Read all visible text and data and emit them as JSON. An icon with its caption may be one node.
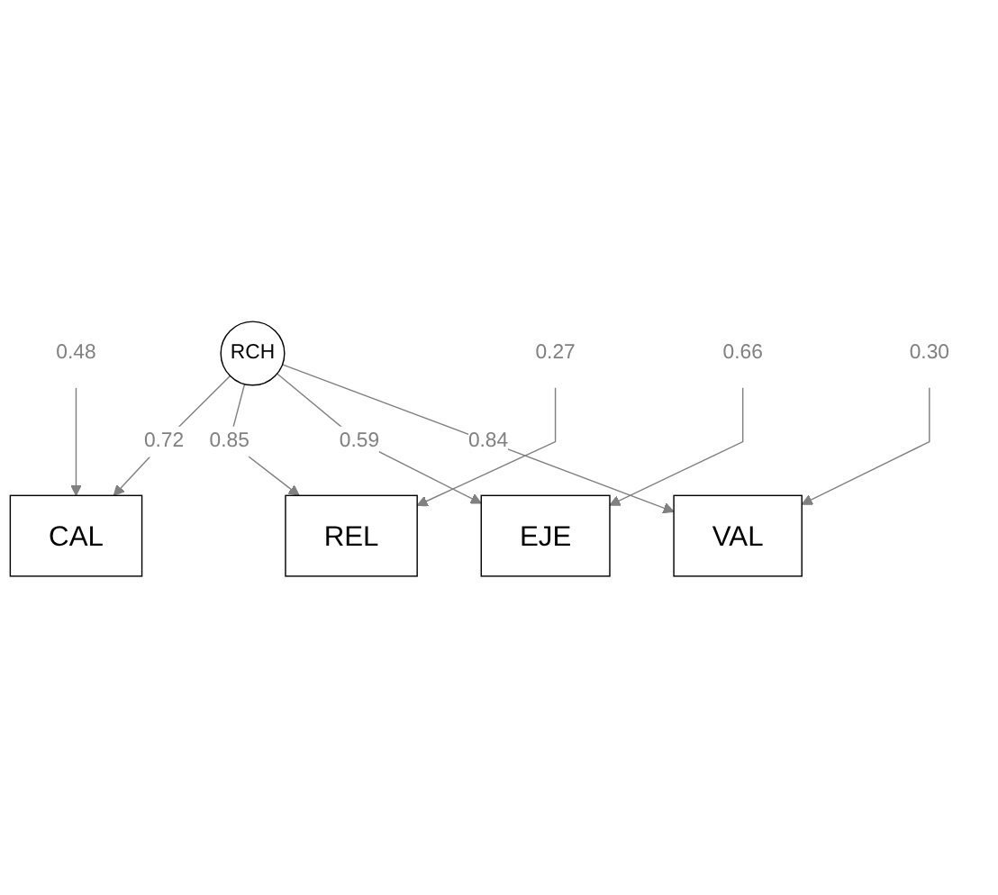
{
  "diagram": {
    "nodes": [
      {
        "text": [
          "RCH"
        ]
      },
      {
        "text": [
          "CAL"
        ]
      },
      {
        "text": [
          "REL"
        ]
      },
      {
        "text": [
          "EJE"
        ]
      },
      {
        "text": [
          "VAL"
        ]
      },
      {
        "text": [
          "0.48"
        ]
      },
      {
        "text": [
          "0.27"
        ]
      },
      {
        "text": [
          "0.66"
        ]
      },
      {
        "text": [
          "0.30"
        ]
      }
    ],
    "edges": [
      {
        "from": 0,
        "to": 1,
        "arrow": "to",
        "label": "0.72"
      },
      {
        "from": 0,
        "to": 2,
        "arrow": "to",
        "label": "0.85"
      },
      {
        "from": 0,
        "to": 3,
        "arrow": "to",
        "label": "0.59"
      },
      {
        "from": 0,
        "to": 4,
        "arrow": "to",
        "label": "0.84"
      },
      {
        "from": 5,
        "to": 1,
        "arrow": "to"
      },
      {
        "from": 6,
        "to": 2,
        "arrow": "to"
      },
      {
        "from": 7,
        "to": 3,
        "arrow": "to"
      },
      {
        "from": 8,
        "to": 4,
        "arrow": "to"
      }
    ]
  }
}
